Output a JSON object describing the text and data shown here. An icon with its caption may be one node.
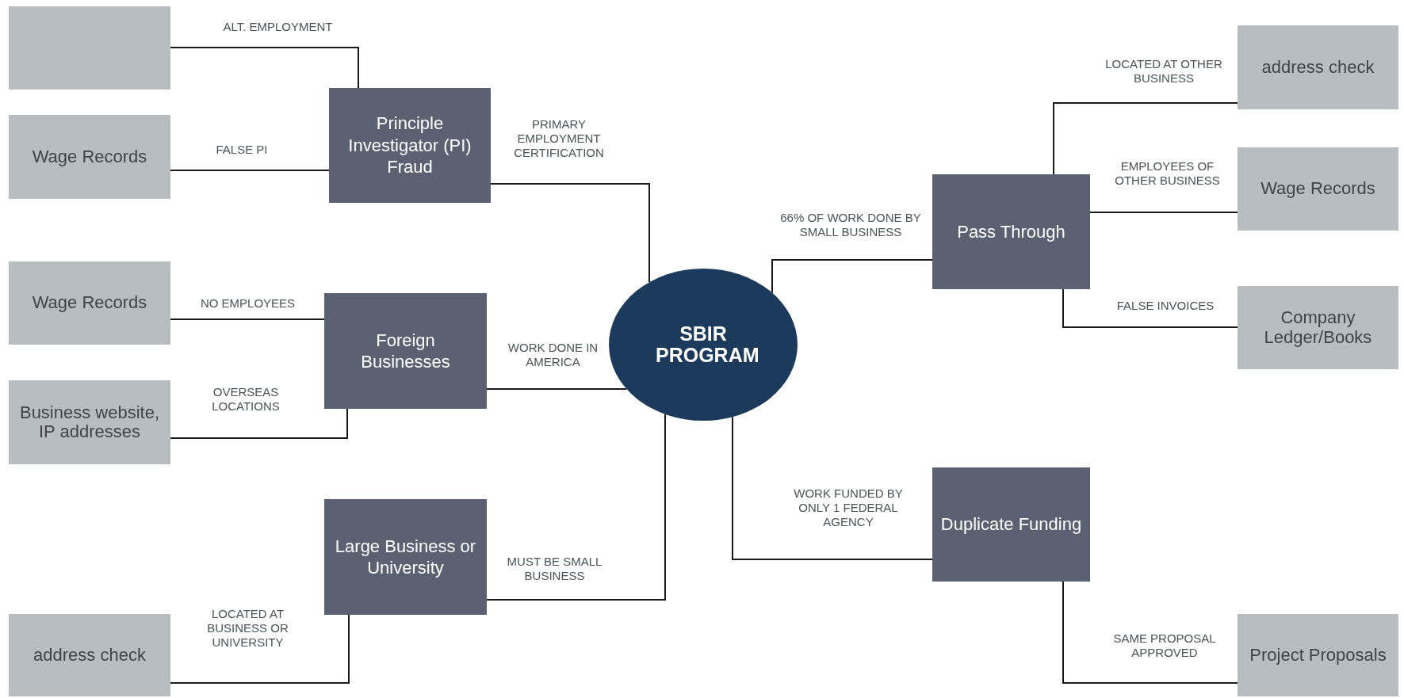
{
  "diagram": {
    "nodes": [
      {
        "text": [
          "SBIR PROGRAM"
        ]
      },
      {
        "text": [
          "Principle Investigator (PI) Fraud"
        ]
      },
      {
        "text": [
          "Foreign Businesses"
        ]
      },
      {
        "text": [
          "Large Business or University"
        ]
      },
      {
        "text": [
          "Pass Through"
        ]
      },
      {
        "text": [
          "Duplicate Funding"
        ]
      },
      {
        "text": [],
        "shape": "box"
      },
      {
        "text": [
          "Wage Records"
        ]
      },
      {
        "text": [
          "Wage Records"
        ]
      },
      {
        "text": [
          "Business website, IP addresses"
        ]
      },
      {
        "text": [
          "address check"
        ]
      },
      {
        "text": [
          "address check"
        ]
      },
      {
        "text": [
          "Wage Records"
        ]
      },
      {
        "text": [
          "Company Ledger/Books"
        ]
      },
      {
        "text": [
          "Project Proposals"
        ]
      }
    ],
    "edges": [
      {
        "from": 1,
        "to": 0,
        "arrow": "none",
        "label": "PRIMARY EMPLOYMENT CERTIFICATION"
      },
      {
        "from": 6,
        "to": 1,
        "arrow": "none",
        "label": "ALT. EMPLOYMENT"
      },
      {
        "from": 7,
        "to": 1,
        "arrow": "none",
        "label": "FALSE PI"
      },
      {
        "from": 2,
        "to": 0,
        "arrow": "none",
        "label": "WORK DONE IN AMERICA"
      },
      {
        "from": 8,
        "to": 2,
        "arrow": "none",
        "label": "NO EMPLOYEES"
      },
      {
        "from": 9,
        "to": 2,
        "arrow": "none",
        "label": "OVERSEAS LOCATIONS"
      },
      {
        "from": 3,
        "to": 0,
        "arrow": "none",
        "label": "MUST BE SMALL BUSINESS"
      },
      {
        "from": 10,
        "to": 3,
        "arrow": "none",
        "label": "LOCATED AT BUSINESS OR UNIVERSITY"
      },
      {
        "from": 0,
        "to": 4,
        "arrow": "none",
        "label": "66% OF WORK DONE BY SMALL BUSINESS"
      },
      {
        "from": 0,
        "to": 5,
        "arrow": "none",
        "label": "WORK FUNDED BY ONLY 1 FEDERAL AGENCY"
      },
      {
        "from": 4,
        "to": 11,
        "arrow": "none",
        "label": "LOCATED AT OTHER BUSINESS"
      },
      {
        "from": 4,
        "to": 12,
        "arrow": "none",
        "label": "EMPLOYEES OF OTHER BUSINESS"
      },
      {
        "from": 4,
        "to": 13,
        "arrow": "none",
        "label": "FALSE INVOICES"
      },
      {
        "from": 5,
        "to": 14,
        "arrow": "none",
        "label": "SAME PROPOSAL APPROVED"
      }
    ]
  }
}
